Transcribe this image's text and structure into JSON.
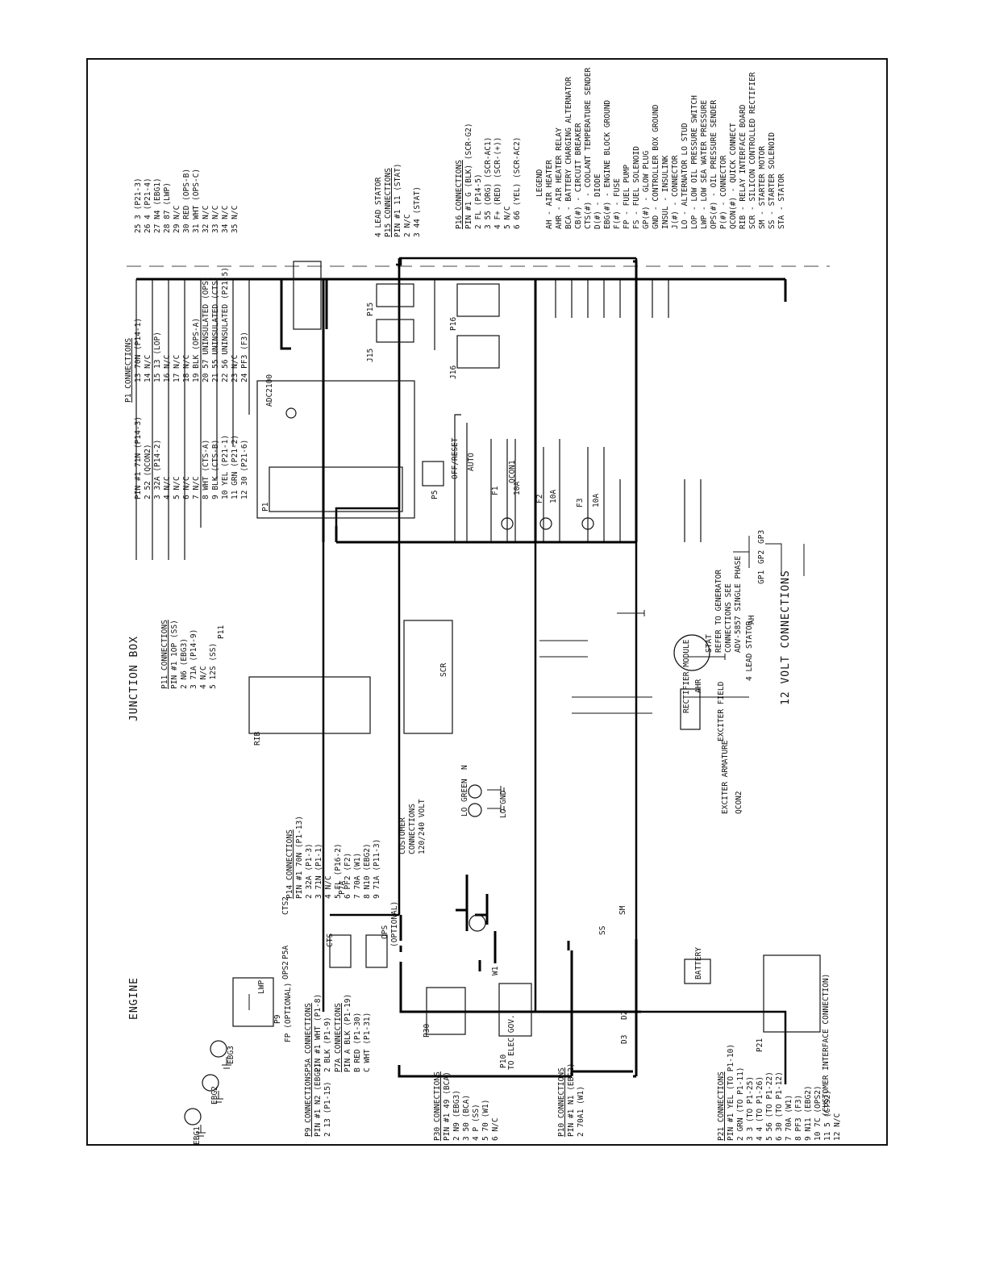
{
  "section_labels": {
    "junction_box": "JUNCTION BOX",
    "engine": "ENGINE",
    "twelve_volt": "12 VOLT CONNECTIONS"
  },
  "four_lead_stator": {
    "title": "4 LEAD STATOR",
    "p15_title": "P15 CONNECTIONS",
    "lines": [
      "PIN #1  11  (STAT)",
      "      2  N/C",
      "      3  44  (STAT)"
    ]
  },
  "p16": {
    "title": "P16 CONNECTIONS",
    "lines": [
      "PIN #1  G    (BLK) (SCR-G2)",
      "      2  FL   (P14-5)",
      "      3  55   (ORG) (SCR-AC1)",
      "      4  F+   (RED) (SCR-(+))",
      "      5  N/C",
      "      6  66   (YEL) (SCR-AC2)"
    ]
  },
  "legend": {
    "title": "LEGEND",
    "items": [
      "AH - AIR HEATER",
      "AHR - AIR HEATER RELAY",
      "BCA - BATTERY CHARGING ALTERNATOR",
      "CB(#) - CIRCUIT BREAKER",
      "CTS(#) - COOLANT TEMPERATURE SENDER",
      "D(#) - DIODE",
      "EBG(#) - ENGINE BLOCK GROUND",
      "F(#) - FUSE",
      "FP - FUEL PUMP",
      "FS - FUEL SOLENOID",
      "GP(#) - GLOW PLUG",
      "GND - CONTROLLER BOX GROUND",
      "INSUL - INSULINK",
      "J(#) - CONNECTOR",
      "LO - ALTERNATOR LO STUD",
      "LOP - LOW OIL PRESSURE SWITCH",
      "LWP - LOW SEA WATER PRESSURE",
      "OPS(#) - OIL PRESSURE SENDER",
      "P(#) - CONNECTOR",
      "QCON(#) - QUICK CONNECT",
      "RIB - RELAY INTERFACE BOARD",
      "SCR - SILICON CONTROLLED RECTIFIER",
      "SM - STARTER MOTOR",
      "SS - STARTER SOLENOID",
      "STA - STATOR"
    ]
  },
  "p1": {
    "title": "P1 CONNECTIONS",
    "col1": [
      "PIN #1  71N  (P14-3)",
      "      2  52   (QCON2)",
      "      3  32A  (P14-2)",
      "      4  N/C",
      "      5  N/C",
      "      6  N/C",
      "      7  N/C",
      "      8  WHT  (CTS-A)",
      "      9  BLK  (CTS-B)",
      "     10  YEL  (P21-1)",
      "     11  GRN  (P21-2)",
      "     12  30   (P21-6)"
    ],
    "col2": [
      "13  70N  (P14-1)",
      "14  N/C",
      "15  13   (LOP)",
      "16  N/C",
      "17  N/C",
      "18  N/C",
      "19  BLK  (OPS-A)",
      "20  57   UNINSULATED (OPS)",
      "21  55   UNINSULATED (CTS)",
      "22  56   UNINSULATED (P21-5)",
      "23  N/C",
      "24  PF3  (F3)"
    ],
    "col3": [
      "25  3    (P21-3)",
      "26  4    (P21-4)",
      "27  N4   (EBG1)",
      "28  87   (LWP)",
      "29  N/C",
      "30  RED  (OPS-B)",
      "31  WHT  (OPS-C)",
      "32  N/C",
      "33  N/C",
      "34  N/C",
      "35  N/C"
    ]
  },
  "p11": {
    "title": "P11 CONNECTIONS",
    "lines": [
      "PIN #1  1OP  (SS)",
      "      2  N6   (EBG3)",
      "      3  71A  (P14-9)",
      "      4  N/C",
      "      5  12S  (SS)"
    ]
  },
  "p14": {
    "title": "P14 CONNECTIONS",
    "lines": [
      "PIN #1  70N  (P1-13)",
      "      2  32A  (P1-3)",
      "      3  71N  (P1-1)",
      "      4  N/C",
      "      5  FL   (P16-2)",
      "      6  PF2  (F2)",
      "      7  70A  (W1)",
      "      8  N10  (EBG2)",
      "      9  71A  (P11-3)"
    ]
  },
  "p9": {
    "title": "P9 CONNECTIONS",
    "lines": [
      "PIN #1  N2  (EBG2)",
      "      2  13  (P1-15)"
    ]
  },
  "p5a": {
    "title": "P5A CONNECTIONS",
    "lines": [
      "PIN #1  WHT  (P1-8)",
      "      2  BLK  (P1-9)"
    ]
  },
  "p7a": {
    "title": "P7A CONNECTIONS",
    "lines": [
      "PIN A  BLK  (P1-19)",
      "     B  RED  (P1-30)",
      "     C  WHT  (P1-31)"
    ]
  },
  "p30": {
    "title": "P30 CONNECTIONS",
    "lines": [
      "PIN #1  49  (BCA)",
      "      2  N9  (EBG3)",
      "      3  50  (BCA)",
      "      4  P   (SS)",
      "      5  70  (W1)",
      "      6  N/C"
    ]
  },
  "p10": {
    "title": "P10 CONNECTIONS",
    "lines": [
      "PIN #1  N1   (EBG2)",
      "      2  70A1 (W1)"
    ]
  },
  "p21": {
    "title": "P21 CONNECTIONS",
    "lines": [
      "PIN #1  YEL  (TO P1-10)",
      "      2  GRN  (TO P1-11)",
      "      3  3    (TO P1-25)",
      "      4  4    (TO P1-26)",
      "      5  56   (TO P1-22)",
      "      6  30   (TO P1-12)",
      "      7  70A  (W1)",
      "      8  PF3  (F3)",
      "      9  N11  (EBG2)",
      "     10  7C   (OPS2)",
      "     11  5    (CTS2)",
      "     12  N/C"
    ],
    "note": "(CUSTOMER INTERFACE CONNECTION)"
  },
  "customer": {
    "lines": [
      "CUSTOMER",
      "CONNECTIONS",
      "120/240 VOLT"
    ]
  },
  "stat": {
    "lines": [
      "STAT",
      "REFER TO GENERATOR",
      "CONNECTIONS SEE",
      "ADV-5857 SINGLE PHASE"
    ],
    "sub": "4 LEAD STATOR"
  },
  "components": {
    "adc": "ADC2100",
    "p1": "P1",
    "p5": "P5",
    "p11": "P11",
    "p15": "P15",
    "j15": "J15",
    "p16": "P16",
    "j16": "J16",
    "rib": "RIB",
    "scr": "SCR",
    "f1": "F1",
    "f2": "F2",
    "f3": "F3",
    "qcon1": "QCON1",
    "qcon2": "QCON2",
    "ahr": "AHR",
    "gp1": "GP1",
    "gp2": "GP2",
    "gp3": "GP3",
    "p9": "P9",
    "p9opt": "(OPTIONAL)",
    "p5a": "P5A",
    "cts": "CTS",
    "cts2": "CTS2",
    "ops": "OPS",
    "opsopt": "(OPTIONAL)",
    "p7a": "P7A",
    "ops2": "OPS2",
    "lwp": "LWP",
    "ebg1": "EBG1",
    "ebg2": "EBG2",
    "ebg3": "EBG3",
    "p30": "P30",
    "p10": "P10",
    "w1": "W1",
    "ss": "SS",
    "sm": "SM",
    "battery": "BATTERY",
    "d2": "D2",
    "d3": "D3",
    "p21": "P21",
    "rectifier": "RECTIFIER MODULE",
    "exciter_field": "EXCITER FIELD",
    "exciter_arm": "EXCITER ARMATURE",
    "elec_gov": "TO ELEC GOV.",
    "lo": "LO",
    "lognd": "LO GND",
    "green": "GREEN",
    "n": "N",
    "fp_opt": "FP (OPTIONAL)",
    "auto": "AUTO",
    "offreset": "OFF/RESET",
    "ten_a": "10A",
    "ah": "AH"
  }
}
